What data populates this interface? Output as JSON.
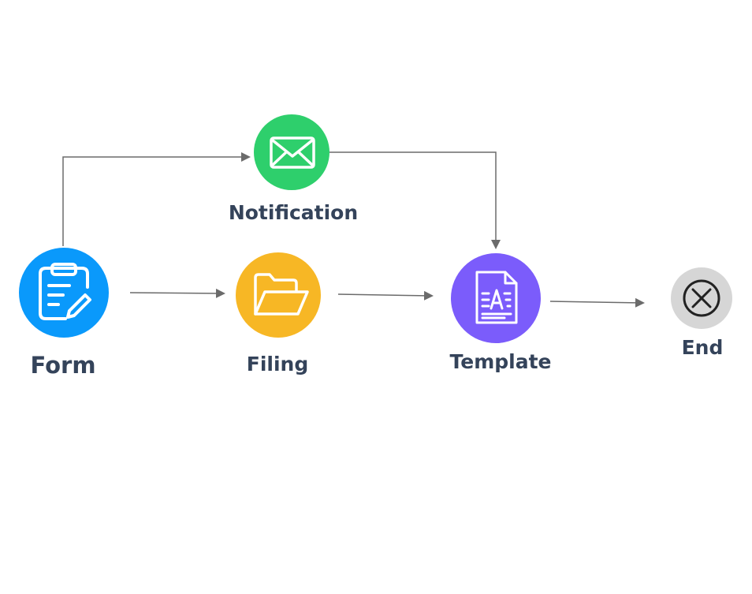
{
  "nodes": {
    "form": {
      "label": "Form",
      "icon": "clipboard-pencil-icon",
      "color": "#0a99fb"
    },
    "notification": {
      "label": "Notification",
      "icon": "envelope-icon",
      "color": "#2ecf6c"
    },
    "filing": {
      "label": "Filing",
      "icon": "folder-open-icon",
      "color": "#f7b725"
    },
    "template": {
      "label": "Template",
      "icon": "document-template-icon",
      "color": "#7b5cfb"
    },
    "end": {
      "label": "End",
      "icon": "close-circle-icon",
      "color": "#d6d6d6"
    }
  },
  "edges": [
    {
      "from": "form",
      "to": "notification"
    },
    {
      "from": "form",
      "to": "filing"
    },
    {
      "from": "filing",
      "to": "template"
    },
    {
      "from": "notification",
      "to": "template"
    },
    {
      "from": "template",
      "to": "end"
    }
  ],
  "colors": {
    "edge": "#6b6b6b",
    "label_text": "#34435a",
    "icon_stroke": "#ffffff"
  }
}
